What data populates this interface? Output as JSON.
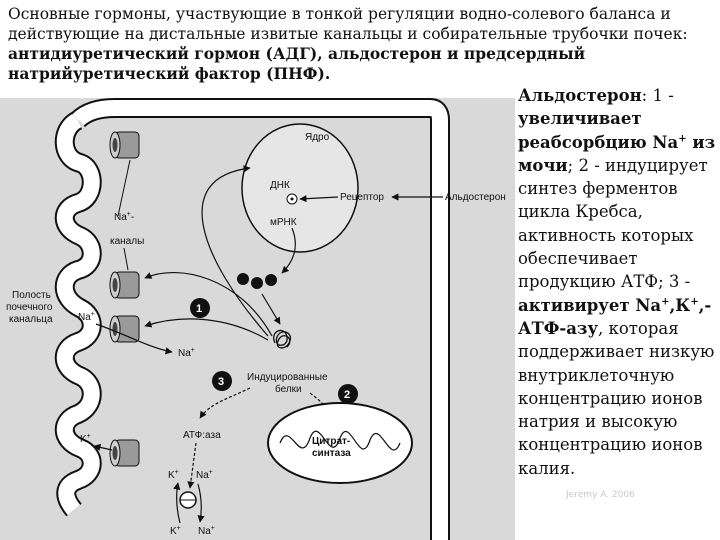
{
  "title": {
    "line1": "Основные гормоны, участвующие в тонкой регуляции водно-солевого баланса и действующие на дистальные извитые канальцы и собирательные трубочки почек: ",
    "bold": "антидиуретический гормон (АДГ), альдостерон и предсердный натрийуретический фактор (ПНФ)."
  },
  "side": {
    "s1": "Альдостерон",
    "s2": ": 1 - ",
    "s3": "увеличивает реабсорбцию Na",
    "s3sup": "+",
    "s4": " из мочи",
    "s5": "; 2 - индуцирует синтез ферментов цикла Кребса, активность которых обеспечивает продукцию АТФ; 3 - ",
    "s6": "активирует Na",
    "s6sup": "+",
    "s7": ",К",
    "s7sup": "+",
    "s8": ",-АТФ-азу",
    "s9": ", которая поддерживает низкую внутриклеточную концентрацию ионов натрия и высокую концентрацию ионов калия."
  },
  "diagram": {
    "nucleus": "Ядро",
    "dna": "ДНК",
    "mrna": "мРНК",
    "receptor": "Рецептор",
    "aldosterone": "Альдостерон",
    "na_channels_1": "Na",
    "na_channels_sup": "+",
    "na_channels_2": "-",
    "na_channels_3": "каналы",
    "lumen_1": "Полость",
    "lumen_2": "почечного",
    "lumen_3": "канальца",
    "na_in": "Na",
    "na_in_sup": "+",
    "na_out": "Na",
    "na_out_sup": "+",
    "induced_1": "Индуцированные",
    "induced_2": "белки",
    "step1": "1",
    "step2": "2",
    "step3": "3",
    "atpase": "АТФ:аза",
    "citrate_1": "Цитрат-",
    "citrate_2": "синтаза",
    "k_lumen": "K",
    "k_lumen_sup": "+",
    "k_pump": "K",
    "k_pump_sup": "+",
    "na_pump": "Na",
    "na_pump_sup": "+",
    "k_bottom": "K",
    "k_bottom_sup": "+",
    "na_bottom": "Na",
    "na_bottom_sup": "+"
  },
  "watermark": "Jeremy A. 2006"
}
